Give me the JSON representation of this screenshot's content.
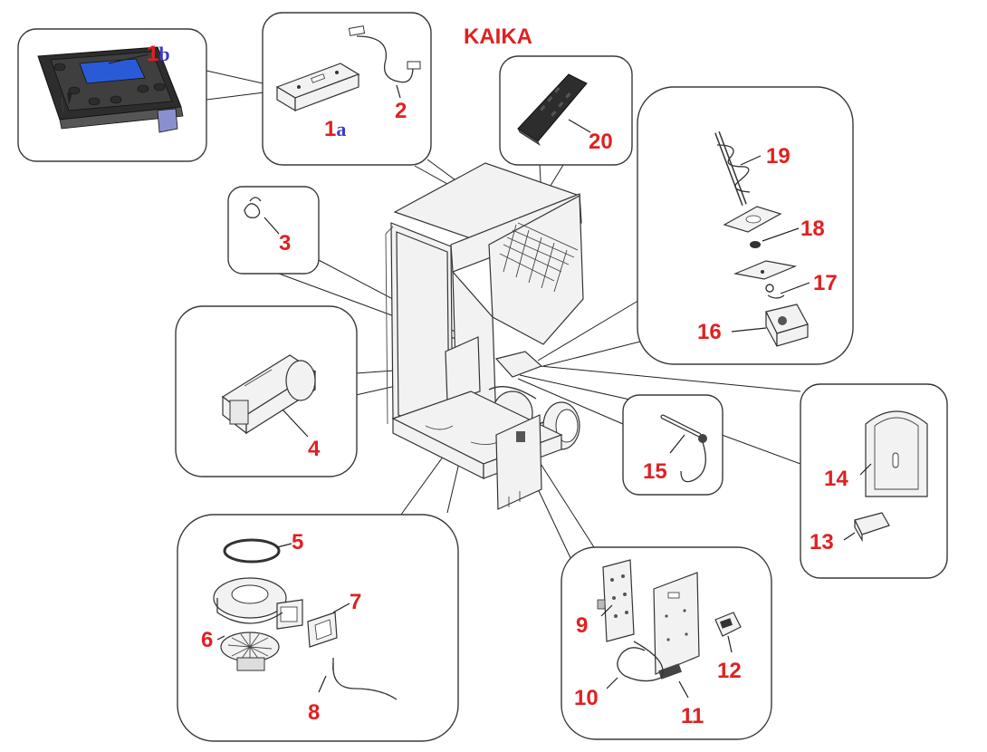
{
  "title": "KAIKA",
  "labels": {
    "p1b_num": "1",
    "p1b_suffix": "b",
    "p1a_num": "1",
    "p1a_suffix": "a",
    "p2": "2",
    "p3": "3",
    "p4": "4",
    "p5": "5",
    "p6": "6",
    "p7": "7",
    "p8": "8",
    "p9": "9",
    "p10": "10",
    "p11": "11",
    "p12": "12",
    "p13": "13",
    "p14": "14",
    "p15": "15",
    "p16": "16",
    "p17": "17",
    "p18": "18",
    "p19": "19",
    "p20": "20"
  },
  "colors": {
    "label": "#e02020",
    "suffix": "#3b3bc8",
    "display": "#2a5bd7",
    "outline": "#333333"
  }
}
